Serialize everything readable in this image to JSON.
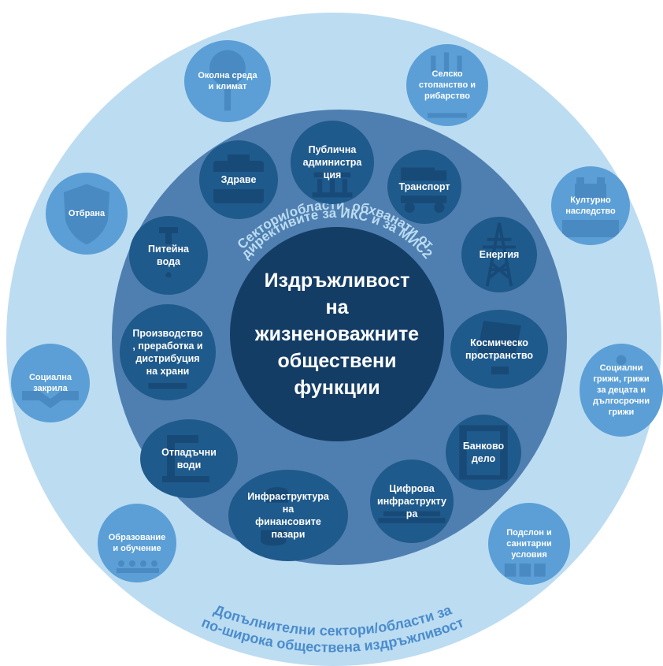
{
  "center_title": "Издръжливост\nна\nжизненоважните\nобществени\nфункции",
  "middle_ring_label_line1": "Сектори/области, обхванати от",
  "middle_ring_label_line2": "директивите за ИКС и за МИС2",
  "outer_ring_label_line1": "Допълнителни сектори/области за",
  "outer_ring_label_line2": "по-широка обществена издръжливост",
  "inner_sectors": [
    {
      "label": "Публична\nадминистра\nция",
      "icon": "government-building-icon"
    },
    {
      "label": "Транспорт",
      "icon": "truck-icon"
    },
    {
      "label": "Енергия",
      "icon": "power-pylon-icon"
    },
    {
      "label": "Космическо\nпространство",
      "icon": "solar-panel-icon"
    },
    {
      "label": "Банково\nдело",
      "icon": "safe-icon"
    },
    {
      "label": "Цифрова\nинфраструкту\nра",
      "icon": "laptop-icon"
    },
    {
      "label": "Инфраструктура\nна\nфинансовите\nпазари",
      "icon": "coins-icon"
    },
    {
      "label": "Отпадъчни\nводи",
      "icon": "pipe-icon"
    },
    {
      "label": "Производство\n, преработка и\nдистрибуция\nна храни",
      "icon": "food-icon"
    },
    {
      "label": "Питейна\nвода",
      "icon": "water-tap-icon"
    },
    {
      "label": "Здраве",
      "icon": "medical-kit-icon"
    }
  ],
  "outer_sectors": [
    {
      "label": "Околна среда\nи климат",
      "icon": "tree-icon"
    },
    {
      "label": "Селско\nстопанство и\nрибарство",
      "icon": "wheat-icon"
    },
    {
      "label": "Културно\nнаследство",
      "icon": "castle-icon"
    },
    {
      "label": "Социални\nгрижи, грижи\nза децата и\nдългосрочни\nгрижи",
      "icon": "care-icon"
    },
    {
      "label": "Подслон и\nсанитарни\nусловия",
      "icon": "houses-icon"
    },
    {
      "label": "Образование\nи обучение",
      "icon": "classroom-icon"
    },
    {
      "label": "Социална\nзакрила",
      "icon": "handshake-icon"
    },
    {
      "label": "Отбрана",
      "icon": "shield-icon"
    }
  ]
}
